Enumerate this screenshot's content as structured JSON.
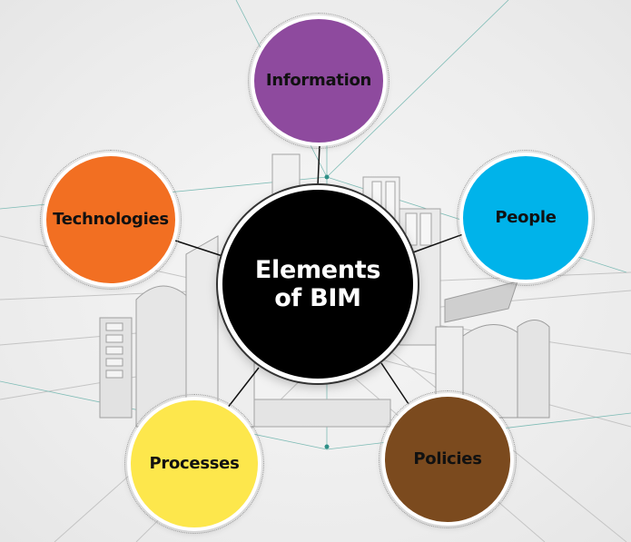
{
  "center": {
    "label": "Elements\nof BIM",
    "color": "#000000",
    "text_color": "#ffffff"
  },
  "nodes": {
    "information": {
      "label": "Information",
      "color": "#8e4a9e",
      "text_color": "#111111"
    },
    "technologies": {
      "label": "Technologies",
      "color": "#f26f22",
      "text_color": "#111111"
    },
    "people": {
      "label": "People",
      "color": "#00b3ea",
      "text_color": "#111111"
    },
    "processes": {
      "label": "Processes",
      "color": "#fde74c",
      "text_color": "#111111"
    },
    "policies": {
      "label": "Policies",
      "color": "#7b4a1e",
      "text_color": "#111111"
    }
  },
  "colors": {
    "background": "#efefef",
    "sketch_lines": "#b8b8b8",
    "connector": "#111111",
    "teal_lines": "#4fa7a0"
  }
}
